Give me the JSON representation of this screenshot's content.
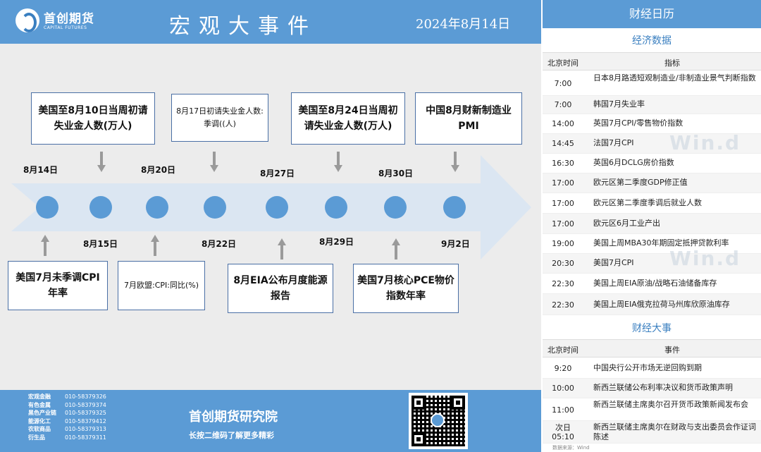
{
  "header": {
    "logo_cn": "首创期货",
    "logo_en": "CAPITAL FUTURES",
    "title": "宏观大事件",
    "date": "2024年8月14日"
  },
  "timeline": {
    "top_dates": [
      "8月14日",
      "8月20日",
      "8月27日",
      "8月30日"
    ],
    "bottom_dates": [
      "8月15日",
      "8月22日",
      "8月29日",
      "9月2日"
    ],
    "top_events": [
      "美国至8月10日当周初请失业金人数(万人)",
      "8月17日初请失业金人数:季调((人)",
      "美国至8月24日当周初请失业金人数(万人)",
      "中国8月财新制造业PMI"
    ],
    "bottom_events": [
      "美国7月未季调CPI年率",
      "7月欧盟:CPI:同比(%)",
      "8月EIA公布月度能源报告",
      "美国7月核心PCE物价指数年率"
    ]
  },
  "footer": {
    "contacts": [
      {
        "name": "宏观金融",
        "phone": "010-58379326"
      },
      {
        "name": "有色金属",
        "phone": "010-58379374"
      },
      {
        "name": "黑色产业链",
        "phone": "010-58379325"
      },
      {
        "name": "能源化工",
        "phone": "010-58379412"
      },
      {
        "name": "农软商品",
        "phone": "010-58379313"
      },
      {
        "name": "衍生品",
        "phone": "010-58379311"
      }
    ],
    "institute": "首创期货研究院",
    "institute_sub": "长按二维码了解更多精彩"
  },
  "calendar": {
    "title": "财经日历",
    "econ_title": "经济数据",
    "econ_headers": [
      "北京时间",
      "指标"
    ],
    "econ_rows": [
      {
        "time": "7:00",
        "item": "日本8月路透短观制造业/非制造业景气判断指数"
      },
      {
        "time": "7:00",
        "item": "韩国7月失业率"
      },
      {
        "time": "14:00",
        "item": "英国7月CPI/零售物价指数"
      },
      {
        "time": "14:45",
        "item": "法国7月CPI"
      },
      {
        "time": "16:30",
        "item": "英国6月DCLG房价指数"
      },
      {
        "time": "17:00",
        "item": "欧元区第二季度GDP修正值"
      },
      {
        "time": "17:00",
        "item": "欧元区第二季度季调后就业人数"
      },
      {
        "time": "17:00",
        "item": "欧元区6月工业产出"
      },
      {
        "time": "19:00",
        "item": "美国上周MBA30年期固定抵押贷款利率"
      },
      {
        "time": "20:30",
        "item": "美国7月CPI"
      },
      {
        "time": "22:30",
        "item": "美国上周EIA原油/战略石油储备库存"
      },
      {
        "time": "22:30",
        "item": "美国上周EIA俄克拉荷马州库欣原油库存"
      }
    ],
    "events_title": "财经大事",
    "events_headers": [
      "北京时间",
      "事件"
    ],
    "events_rows": [
      {
        "time": "9:20",
        "item": "中国央行公开市场无逆回购到期"
      },
      {
        "time": "10:00",
        "item": "新西兰联储公布利率决议和货币政策声明"
      },
      {
        "time": "11:00",
        "item": "新西兰联储主席奥尔召开货币政策新闻发布会"
      },
      {
        "time": "次日 05:10",
        "item": "新西兰联储主席奥尔在财政与支出委员会作证词陈述"
      }
    ],
    "watermark": "Win.d",
    "source": "数据来源：Wind"
  }
}
